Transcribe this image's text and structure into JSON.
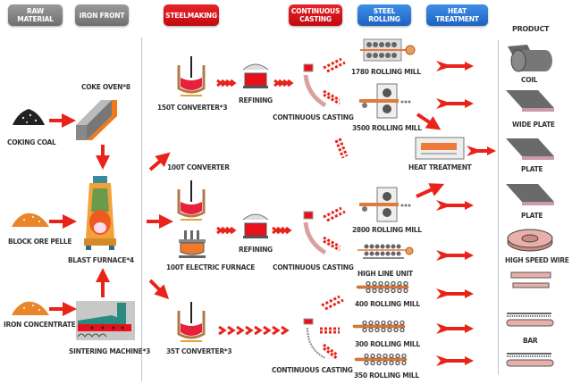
{
  "headers": {
    "raw_material": "RAW MATERIAL",
    "iron_front": "IRON FRONT",
    "steelmaking": "STEELMAKING",
    "continuous_casting": "CONTINUOUS CASTING",
    "steel_rolling": "STEEL ROLLING",
    "heat_treatment": "HEAT TREATMENT",
    "product": "PRODUCT"
  },
  "raw_materials": {
    "coking_coal": "COKING COAL",
    "block_ore": "BLOCK ORE PELLE",
    "iron_concentrate": "IRON CONCENTRATE"
  },
  "iron_front": {
    "coke_oven": "COKE OVEN*8",
    "blast_furnace": "BLAST FURNACE*4",
    "sintering": "SINTERING MACHINE*3"
  },
  "steelmaking": {
    "c150": "150T CONVERTER*3",
    "c100": "100T CONVERTER",
    "ef100": "100T  ELECTRIC FURNACE",
    "c35": "35T CONVERTER*3",
    "refining": "REFINING"
  },
  "casting": {
    "label": "CONTINUOUS CASTING"
  },
  "rolling": {
    "m1780": "1780 ROLLING MILL",
    "m3500": "3500 ROLLING MILL",
    "heat": "HEAT TREATMENT",
    "m2800": "2800 ROLLING MILL",
    "highline": "HIGH LINE UNIT",
    "m400": "400 ROLLING MILL",
    "m300": "300 ROLLING MILL",
    "m350": "350 ROLLING MILL"
  },
  "products": {
    "coil": "COIL",
    "wide_plate": "WIDE PLATE",
    "plate1": "PLATE",
    "plate2": "PLATE",
    "high_speed_wire": "HIGH SPEED WIRE",
    "bar": "BAR"
  },
  "colors": {
    "arrow": "#e8231a",
    "gray_header": "#808080",
    "red_header": "#d31018",
    "blue_header": "#2a75d6"
  }
}
